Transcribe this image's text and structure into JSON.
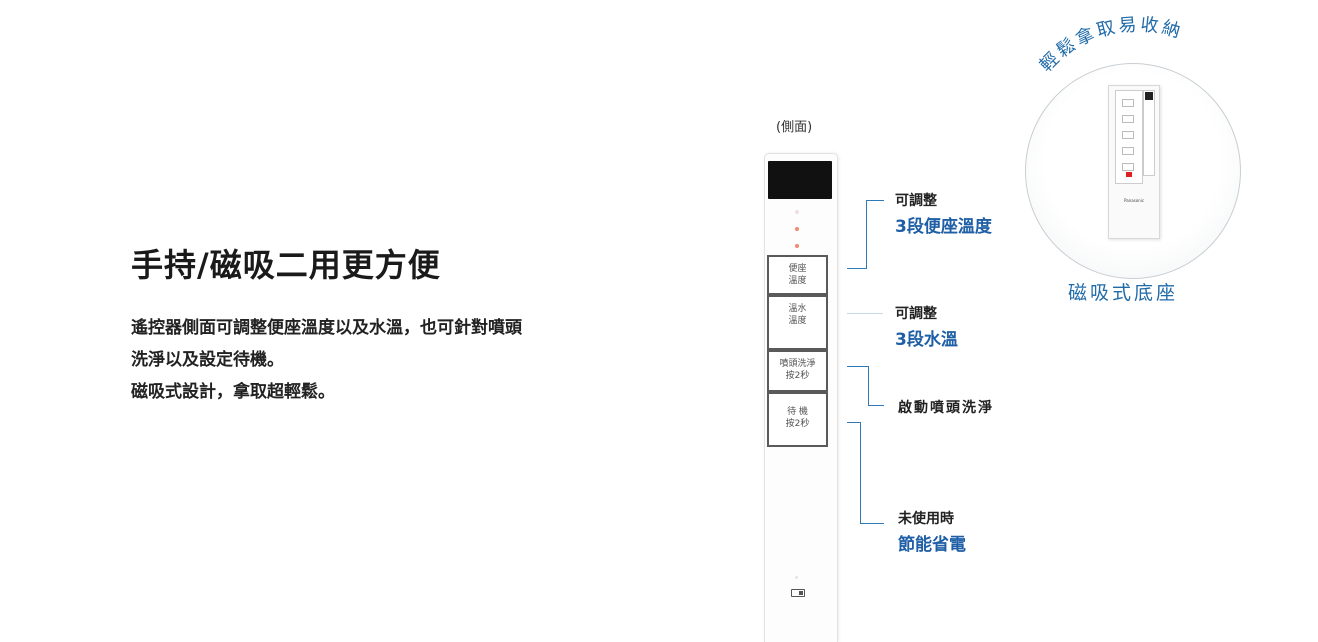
{
  "left": {
    "heading": "手持/磁吸二用更方便",
    "desc_line1": "遙控器側面可調整便座溫度以及水溫，也可針對噴頭",
    "desc_line2": "洗淨以及設定待機。",
    "desc_line3": "磁吸式設計，拿取超輕鬆。"
  },
  "remote": {
    "side_label": "(側面)",
    "buttons": [
      {
        "line1": "便座",
        "line2": "溫度"
      },
      {
        "line1": "溫水",
        "line2": "溫度"
      },
      {
        "line1": "噴頭洗淨",
        "line2": "按2秒"
      },
      {
        "line1": "待 機",
        "line2": "按2秒"
      }
    ]
  },
  "annotations": {
    "seat_temp_small": "可調整",
    "seat_temp_big": "3段便座溫度",
    "water_temp_small": "可調整",
    "water_temp_big": "3段水溫",
    "nozzle": "啟動噴頭洗淨",
    "standby_small": "未使用時",
    "standby_big": "節能省電"
  },
  "circle": {
    "arc_text": "輕鬆拿取易收納",
    "caption": "磁吸式底座",
    "brand": "Panasonic"
  },
  "colors": {
    "accent_blue": "#1f5fa6",
    "line_blue": "#2f7ab6"
  }
}
